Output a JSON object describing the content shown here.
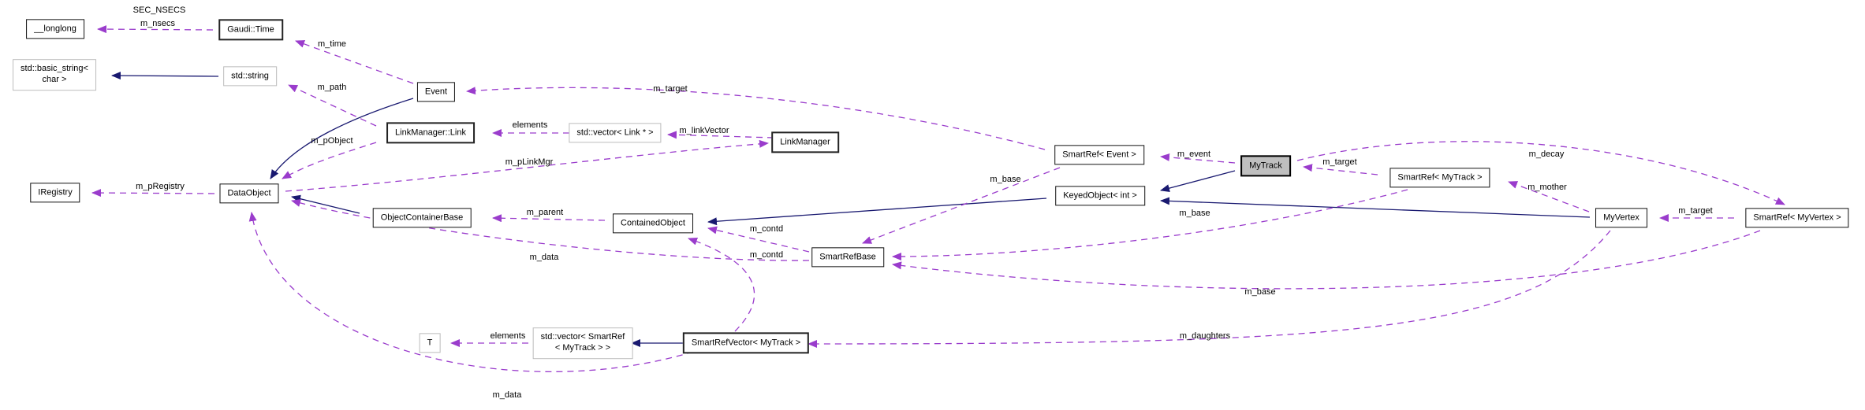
{
  "diagram": {
    "type": "doxygen-collaboration-diagram",
    "focus_class": "MyTrack",
    "colors": {
      "background": "#ffffff",
      "inheritance_edge": "#191970",
      "usage_edge": "#9a3ccc",
      "node_border": "#111111",
      "external_node_border": "#bcbcbc",
      "focus_node_fill": "#bfbfbf",
      "text": "#000000"
    },
    "nodes": {
      "longlong": {
        "label": "__longlong"
      },
      "gaudi_time": {
        "label": "Gaudi::Time"
      },
      "basic_string": {
        "line1": "std::basic_string<",
        "line2": "char >"
      },
      "std_string": {
        "label": "std::string"
      },
      "event": {
        "label": "Event"
      },
      "link": {
        "label": "LinkManager::Link"
      },
      "vector_link": {
        "label": "std::vector< Link * >"
      },
      "link_manager": {
        "label": "LinkManager"
      },
      "iregistry": {
        "label": "IRegistry"
      },
      "data_object": {
        "label": "DataObject"
      },
      "object_container_base": {
        "label": "ObjectContainerBase"
      },
      "contained_object": {
        "label": "ContainedObject"
      },
      "smart_ref_base": {
        "label": "SmartRefBase"
      },
      "smart_ref_event": {
        "label": "SmartRef< Event >"
      },
      "keyed_object": {
        "label": "KeyedObject< int >"
      },
      "my_track": {
        "label": "MyTrack"
      },
      "smart_ref_my_track": {
        "label": "SmartRef< MyTrack >"
      },
      "my_vertex": {
        "label": "MyVertex"
      },
      "smart_ref_my_vertex": {
        "label": "SmartRef< MyVertex >"
      },
      "t": {
        "label": "T"
      },
      "vector_smart_ref": {
        "line1": "std::vector< SmartRef",
        "line2": "< MyTrack > >"
      },
      "smart_ref_vector": {
        "label": "SmartRefVector< MyTrack >"
      }
    },
    "edge_labels": {
      "sec_nsecs": "SEC_NSECS",
      "m_nsecs": "m_nsecs",
      "m_time": "m_time",
      "m_path": "m_path",
      "m_target_event": "m_target",
      "elements_link": "elements",
      "m_linkVector": "m_linkVector",
      "m_pLinkMgr": "m_pLinkMgr",
      "m_pObject": "m_pObject",
      "m_pRegistry": "m_pRegistry",
      "m_parent": "m_parent",
      "m_contd_ref": "m_contd",
      "m_contd_vector": "m_contd",
      "m_data_ref": "m_data",
      "m_data_vector": "m_data",
      "m_event": "m_event",
      "m_base_event": "m_base",
      "m_base_track": "m_base",
      "m_base_vertex": "m_base",
      "m_target_track": "m_target",
      "m_target_vertex": "m_target",
      "m_mother": "m_mother",
      "m_decay": "m_decay",
      "m_daughters": "m_daughters",
      "elements_t": "elements"
    }
  }
}
